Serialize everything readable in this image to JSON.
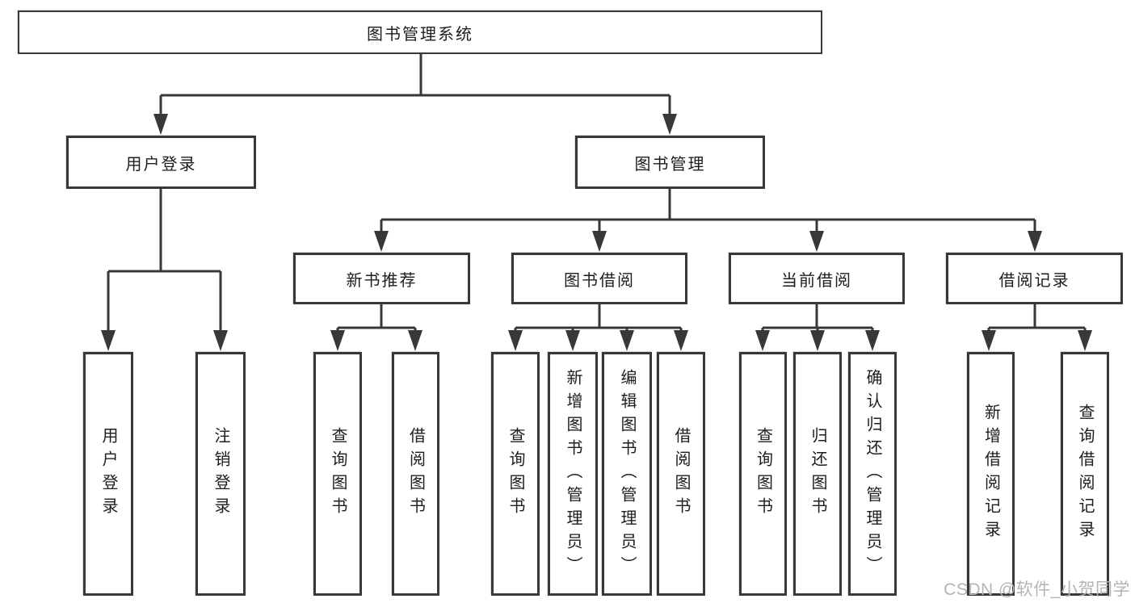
{
  "colors": {
    "line": "#383838",
    "box_border": "#383838",
    "text": "#1d1d1d",
    "watermark": "#b4b4b6",
    "background": "#ffffff"
  },
  "watermark": "CSDN @软件_小贺同学",
  "tree": {
    "root": "图书管理系统",
    "children": [
      {
        "label": "用户登录",
        "children": [
          "用户登录",
          "注销登录"
        ]
      },
      {
        "label": "图书管理",
        "children": [
          {
            "label": "新书推荐",
            "children": [
              "查询图书",
              "借阅图书"
            ]
          },
          {
            "label": "图书借阅",
            "children": [
              "查询图书",
              "新增图书（管理员）",
              "编辑图书（管理员）",
              "借阅图书"
            ]
          },
          {
            "label": "当前借阅",
            "children": [
              "查询图书",
              "归还图书",
              "确认归还（管理员）"
            ]
          },
          {
            "label": "借阅记录",
            "children": [
              "新增借阅记录",
              "查询借阅记录"
            ]
          }
        ]
      }
    ]
  }
}
